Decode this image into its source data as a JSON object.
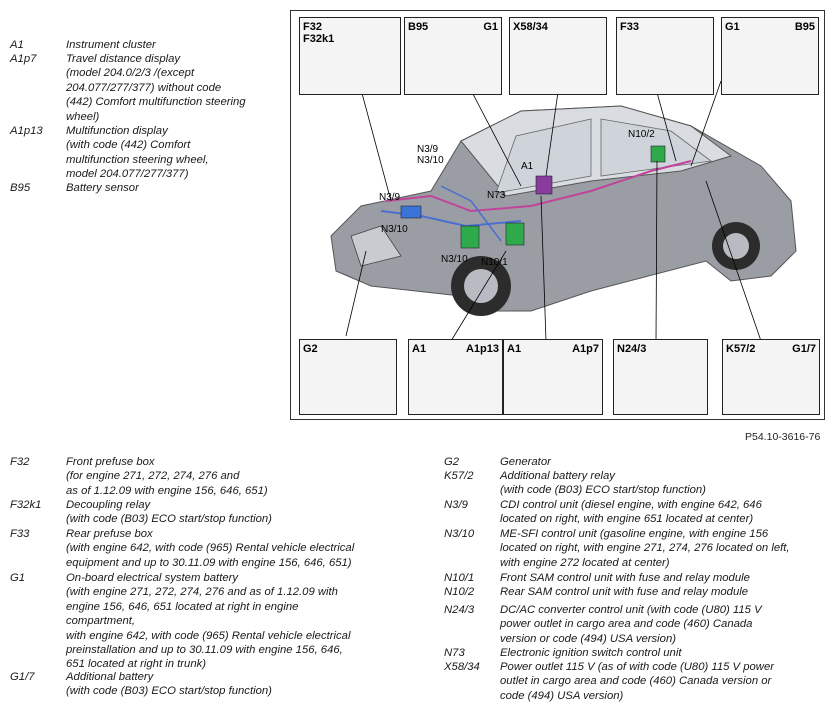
{
  "legend_top": [
    {
      "code": "A1",
      "desc": "Instrument cluster"
    },
    {
      "code": "A1p7",
      "desc": "Travel distance display\n(model 204.0/2/3 /(except\n204.077/277/377) without code\n(442) Comfort multifunction steering\nwheel)"
    },
    {
      "code": "A1p13",
      "desc": "Multifunction display\n(with code (442) Comfort\nmultifunction steering wheel,\nmodel 204.077/277/377)"
    },
    {
      "code": "B95",
      "desc": "Battery sensor"
    }
  ],
  "legend_left": [
    {
      "code": "F32",
      "desc": "Front prefuse box\n(for engine 271, 272, 274, 276 and\nas of 1.12.09 with engine 156, 646, 651)"
    },
    {
      "code": "F32k1",
      "desc": "Decoupling relay\n(with code (B03) ECO start/stop function)"
    },
    {
      "code": "F33",
      "desc": "Rear prefuse box\n(with engine 642, with code (965) Rental vehicle electrical\nequipment and up to 30.11.09 with engine 156, 646, 651)"
    },
    {
      "code": "G1",
      "desc": "On-board electrical system battery\n(with engine 271, 272, 274, 276 and as of 1.12.09 with\nengine 156, 646, 651 located at right in engine\ncompartment,\nwith engine 642, with code (965) Rental vehicle electrical\npreinstallation and up to 30.11.09 with engine 156, 646,\n651 located at right in trunk)"
    },
    {
      "code": "G1/7",
      "desc": "Additional battery\n(with code (B03) ECO start/stop function)"
    }
  ],
  "legend_right": [
    {
      "code": "G2",
      "desc": "Generator"
    },
    {
      "code": "K57/2",
      "desc": "Additional battery relay\n(with code (B03) ECO start/stop function)"
    },
    {
      "code": "N3/9",
      "desc": "CDI control unit (diesel engine, with engine 642, 646\nlocated on right, with engine 651 located at center)"
    },
    {
      "code": "N3/10",
      "desc": "ME-SFI control unit (gasoline engine, with engine 156\nlocated on right, with engine 271, 274, 276 located on left,\nwith engine 272 located at center)"
    },
    {
      "code": "N10/1",
      "desc": "Front SAM control unit with fuse and relay module"
    },
    {
      "code": "N10/2",
      "desc": "Rear SAM control unit with fuse and relay module"
    },
    {
      "code": "N24/3",
      "desc": "DC/AC converter control unit (with code (U80) 115 V\npower outlet in cargo area and code (460) Canada\nversion or code (494) USA version)"
    },
    {
      "code": "N73",
      "desc": "Electronic ignition switch control unit"
    },
    {
      "code": "X58/34",
      "desc": "Power outlet 115 V (as of with code (U80) 115 V power\noutlet in cargo area and code (460) Canada version or\ncode (494) USA version)"
    }
  ],
  "insets_top": [
    {
      "label_left": "F32\nF32k1",
      "label_right": ""
    },
    {
      "label_left": "B95",
      "label_right": "G1"
    },
    {
      "label_left": "X58/34",
      "label_right": ""
    },
    {
      "label_left": "F33",
      "label_right": ""
    },
    {
      "label_left": "G1",
      "label_right": "B95"
    }
  ],
  "insets_bottom": [
    {
      "label_left": "G2",
      "label_right": ""
    },
    {
      "label_left": "A1",
      "label_right": "A1p13"
    },
    {
      "label_left": "A1",
      "label_right": "A1p7"
    },
    {
      "label_left": "N24/3",
      "label_right": ""
    },
    {
      "label_left": "K57/2",
      "label_right": "G1/7"
    }
  ],
  "callouts": {
    "n3_9_top": "N3/9\nN3/10",
    "n3_9": "N3/9",
    "n3_10_a": "N3/10",
    "n3_10_b": "N3/10",
    "n73": "N73",
    "a1": "A1",
    "n10_1": "N10/1",
    "n10_2": "N10/2"
  },
  "figure_ref": "P54.10-3616-76",
  "colors": {
    "wire_blue": "#4a6fd1",
    "wire_magenta": "#c0449b",
    "module_green": "#2eaa4a",
    "module_blue": "#3b74d6",
    "car_body": "#8e9196"
  }
}
